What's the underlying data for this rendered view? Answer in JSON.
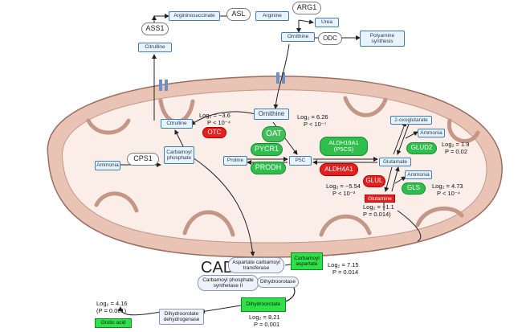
{
  "nodes": {
    "argininosuccinate": "Argininosuccinate",
    "arginine": "Arginine",
    "urea": "Urea",
    "ornithine_cyto": "Ornithine",
    "polyamine": "Polyamine synthesis",
    "citrulline_top": "Citrulline",
    "citrulline_mito": "Citrulline",
    "ornithine_mito": "Ornithine",
    "ammonia_left": "Ammonia",
    "carbamoyl_phosphate": "Carbamoyl phosphate",
    "proline": "Proline",
    "p5c": "P5C",
    "oxoglutarate": "2-oxoglutarate",
    "ammonia_right_top": "Ammonia",
    "glutamate": "Glutamate",
    "ammonia_right_bottom": "Ammonia",
    "glutamine": "Glutamine"
  },
  "enzymes": {
    "asl": "ASL",
    "arg1": "ARG1",
    "ass1": "ASS1",
    "odc": "ODC",
    "otc": "OTC",
    "oat": "OAT",
    "cps1": "CPS1",
    "pycr1": "PYCR1",
    "prodh": "PRODH",
    "aldh18a1": "ALDH18A1 (P5CS)",
    "aldh4a1": "ALDH4A1",
    "glul": "GLUL",
    "glud2": "GLUD2",
    "gls": "GLS"
  },
  "cad": {
    "label": "CAD",
    "aspartate_carbamoyl_transferase": "Aspartate carbamoyl transferase",
    "cps2": "Carbamoyl phosphate synthetase II",
    "dihydroorotase": "Dihydroorotase",
    "carbamoyl_aspartate": "Carbamoyl aspartate",
    "dihydroorotate": "Dihydroorotate",
    "dhodh": "Dihydroorotate dehydrogenase",
    "orotic_acid": "Orotic acid"
  },
  "stats": {
    "otc_fc": "Log₂ = −3.6",
    "otc_p": "P < 10⁻⁴",
    "oat_fc": "Log₂ = 6.26",
    "oat_p": "P < 10⁻⁷",
    "glud2_fc": "Log₂ = 1.9",
    "glud2_p": "P = 0.02",
    "gls_fc": "Log₂ = 4.73",
    "gls_p": "P < 10⁻⁴",
    "aldh4a1_fc": "Log₂ = −5.54",
    "aldh4a1_p": "P < 10⁻³",
    "glul_fc": "Log₂ = −1.1",
    "glul_p": "P = 0.014)",
    "carbasp_fc": "Log₂ = 7.15",
    "carbasp_p": "P = 0.014",
    "orotic_fc": "Log₂ = 4.16",
    "orotic_p": "(P = 0.001)",
    "dihydro_fc": "Log₂ = 8.21",
    "dihydro_p": "P = 0.001"
  },
  "colors": {
    "decreased": "#e41f1f",
    "increased": "#30e04a",
    "membrane": "#e9c3b3"
  }
}
